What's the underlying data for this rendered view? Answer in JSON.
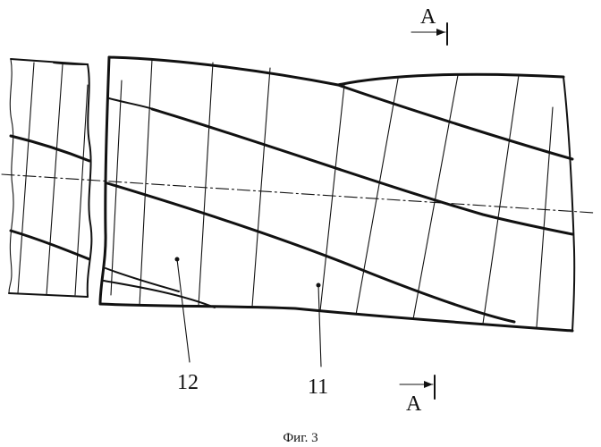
{
  "figure": {
    "caption": "Фиг. 3",
    "labels": {
      "part_12": "12",
      "part_11": "11"
    },
    "section": {
      "top": "А",
      "bottom": "А"
    }
  }
}
